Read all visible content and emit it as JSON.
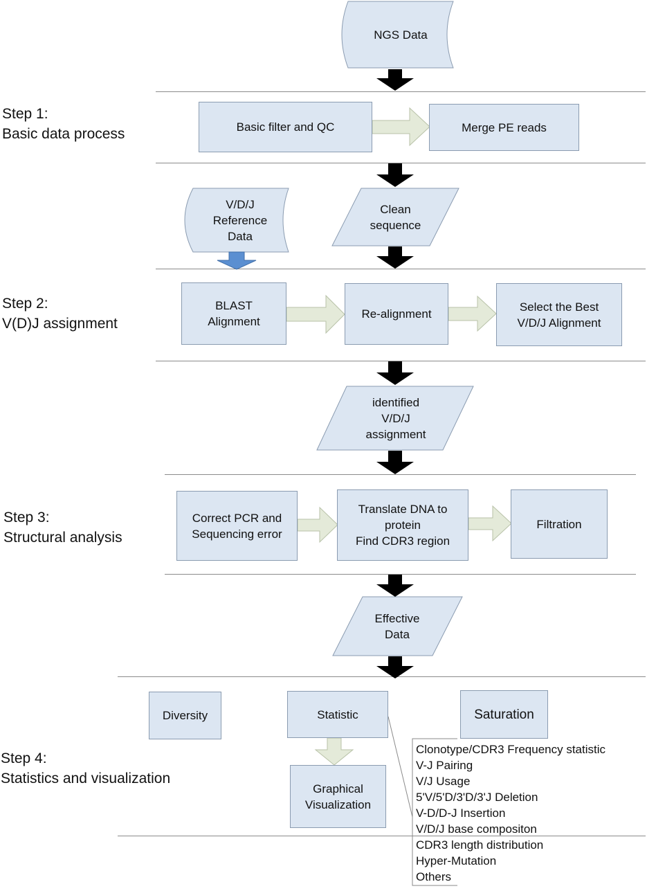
{
  "steps": [
    {
      "title": "Step 1:",
      "subtitle": "Basic data process"
    },
    {
      "title": "Step 2:",
      "subtitle": "V(D)J assignment"
    },
    {
      "title": "Step 3:",
      "subtitle": "Structural analysis"
    },
    {
      "title": "Step 4:",
      "subtitle": "Statistics and visualization"
    }
  ],
  "inputs": {
    "ngs": "NGS Data",
    "ref_line1": "V/D/J",
    "ref_line2": "Reference",
    "ref_line3": "Data"
  },
  "step1": {
    "filter": "Basic filter and QC",
    "merge": "Merge PE reads"
  },
  "clean": {
    "line1": "Clean",
    "line2": "sequence"
  },
  "step2": {
    "blast_line1": "BLAST",
    "blast_line2": "Alignment",
    "realign": "Re-alignment",
    "best_line1": "Select the Best",
    "best_line2": "V/D/J Alignment"
  },
  "identified": {
    "line1": "identified",
    "line2": "V/D/J",
    "line3": "assignment"
  },
  "step3": {
    "pcr_line1": "Correct PCR and",
    "pcr_line2": "Sequencing error",
    "translate_line1": "Translate DNA to",
    "translate_line2": "protein",
    "translate_line3": "Find CDR3 region",
    "filtration": "Filtration"
  },
  "effective": {
    "line1": "Effective",
    "line2": "Data"
  },
  "step4": {
    "diversity": "Diversity",
    "statistic": "Statistic",
    "saturation": "Saturation",
    "graph_line1": "Graphical",
    "graph_line2": "Visualization",
    "stat_items": [
      "Clonotype/CDR3 Frequency statistic",
      "V-J Pairing",
      "V/J Usage",
      "5'V/5'D/3'D/3'J Deletion",
      "V-D/D-J Insertion",
      "V/D/J base compositon",
      "CDR3 length distribution",
      "Hyper-Mutation",
      "Others"
    ]
  },
  "colors": {
    "box_fill": "#dce6f2",
    "box_border": "#8a9bb0",
    "flow_arrow": "#000000",
    "light_arrow": "#e4ead9",
    "ref_arrow": "#5b8fd1",
    "separator": "#8a8a8a"
  }
}
